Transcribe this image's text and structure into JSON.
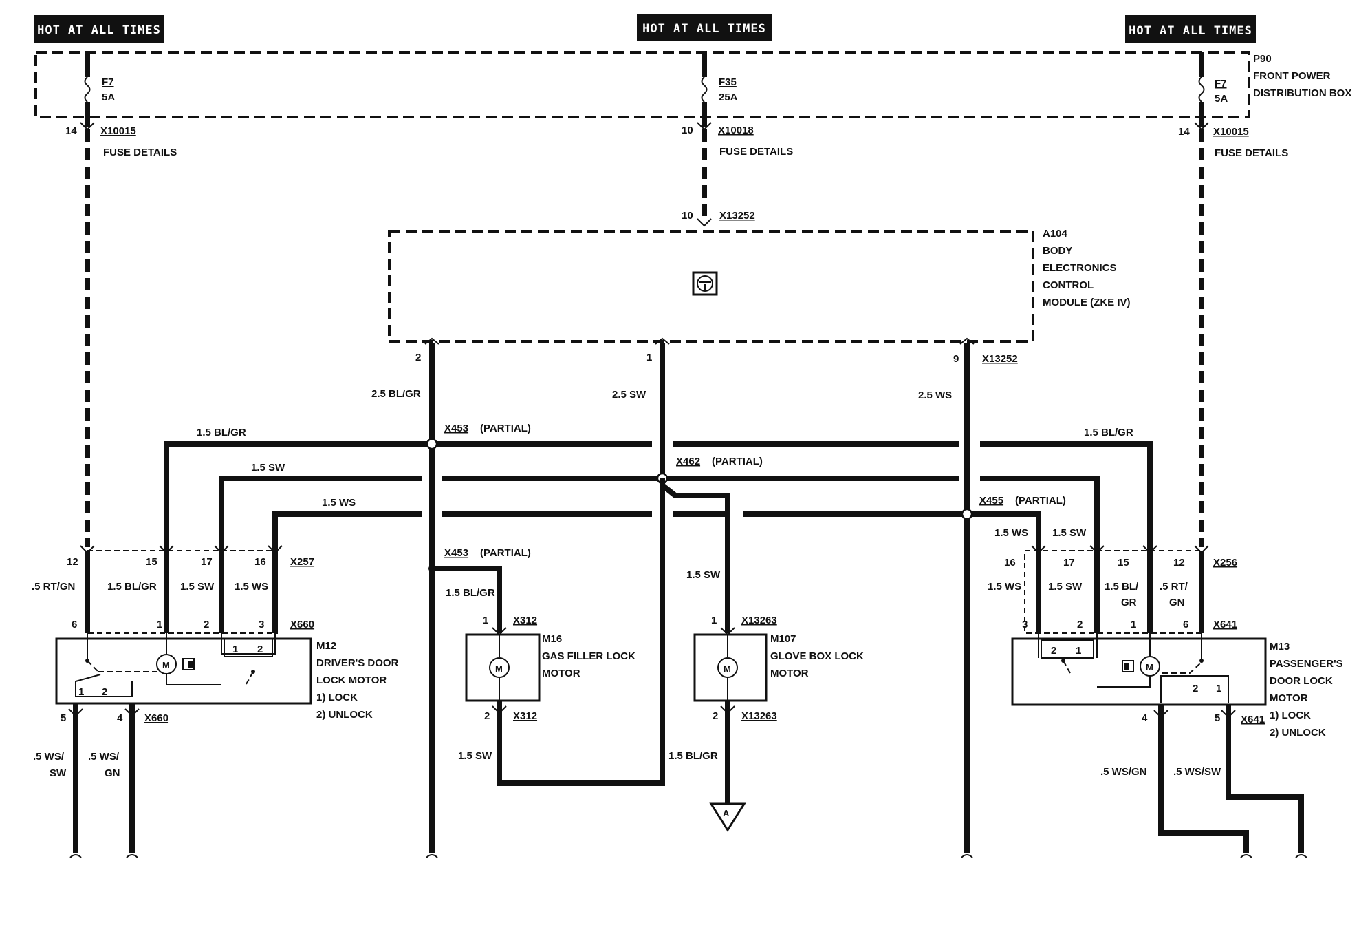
{
  "banners": {
    "left": "HOT AT ALL TIMES",
    "center": "HOT AT ALL TIMES",
    "right": "HOT AT ALL TIMES"
  },
  "power_box": {
    "id": "P90",
    "name_line1": "FRONT POWER",
    "name_line2": "DISTRIBUTION BOX"
  },
  "fuses": {
    "left": {
      "id": "F7",
      "rating": "5A",
      "pin": "14",
      "connector": "X10015",
      "note": "FUSE DETAILS"
    },
    "center": {
      "id": "F35",
      "rating": "25A",
      "pin": "10",
      "connector": "X10018",
      "note": "FUSE DETAILS"
    },
    "right": {
      "id": "F7",
      "rating": "5A",
      "pin": "14",
      "connector": "X10015",
      "note": "FUSE DETAILS"
    }
  },
  "module": {
    "in_pin": "10",
    "in_connector": "X13252",
    "id": "A104",
    "line1": "BODY",
    "line2": "ELECTRONICS",
    "line3": "CONTROL",
    "line4": "MODULE (ZKE IV)",
    "pin_left": "2",
    "pin_mid": "1",
    "pin_right": "9",
    "out_connector": "X13252",
    "wire_left": "2.5 BL/GR",
    "wire_mid": "2.5 SW",
    "wire_right": "2.5 WS"
  },
  "splices": {
    "x453": "X453",
    "x453_note": "(PARTIAL)",
    "x462": "X462",
    "x462_note": "(PARTIAL)",
    "x455": "X455",
    "x455_note": "(PARTIAL)",
    "x453b": "X453",
    "x453b_note": "(PARTIAL)"
  },
  "bus_labels": {
    "l_blgr": "1.5 BL/GR",
    "l_sw": "1.5 SW",
    "l_ws": "1.5 WS",
    "r_blgr": "1.5 BL/GR",
    "r_ws": "1.5 WS",
    "r_sw": "1.5 SW"
  },
  "driver": {
    "x257": "X257",
    "pins_top": [
      "12",
      "15",
      "17",
      "16"
    ],
    "wires": [
      ".5 RT/GN",
      "1.5 BL/GR",
      "1.5 SW",
      "1.5 WS"
    ],
    "x660": "X660",
    "pins_bottom": [
      "6",
      "1",
      "2",
      "3"
    ],
    "id": "M12",
    "line1": "DRIVER'S DOOR",
    "line2": "LOCK MOTOR",
    "opt1": "1)  LOCK",
    "opt2": "2)  UNLOCK",
    "sw_a": "1",
    "sw_b": "2",
    "sw_c": "1",
    "sw_d": "2",
    "out_pin_a": "5",
    "out_pin_b": "4",
    "out_connector": "X660",
    "out_wire_a1": ".5 WS/",
    "out_wire_a2": "SW",
    "out_wire_b1": ".5 WS/",
    "out_wire_b2": "GN"
  },
  "gas": {
    "wire_in": "1.5 BL/GR",
    "pin_in": "1",
    "conn_in": "X312",
    "id": "M16",
    "line1": "GAS FILLER LOCK",
    "line2": "MOTOR",
    "pin_out": "2",
    "conn_out": "X312",
    "wire_out": "1.5 SW"
  },
  "glove": {
    "wire_in": "1.5 SW",
    "pin_in": "1",
    "conn_in": "X13263",
    "id": "M107",
    "line1": "GLOVE BOX LOCK",
    "line2": "MOTOR",
    "pin_out": "2",
    "conn_out": "X13263",
    "wire_out": "1.5 BL/GR",
    "ground_ref": "A"
  },
  "passenger": {
    "x256": "X256",
    "pins_top": [
      "16",
      "17",
      "15",
      "12"
    ],
    "wires": [
      "1.5 WS",
      "1.5 SW",
      "1.5 BL/",
      "GR",
      ".5 RT/",
      "GN"
    ],
    "x641": "X641",
    "pins_bottom": [
      "3",
      "2",
      "1",
      "6"
    ],
    "id": "M13",
    "line1": "PASSENGER'S",
    "line2": "DOOR LOCK",
    "line3": "MOTOR",
    "opt1": "1)   LOCK",
    "opt2": "2)   UNLOCK",
    "sw_a": "2",
    "sw_b": "1",
    "sw_c": "2",
    "sw_d": "1",
    "out_pin_a": "4",
    "out_pin_b": "5",
    "out_connector": "X641",
    "out_wire_a": ".5 WS/GN",
    "out_wire_b": ".5 WS/SW"
  },
  "icons": {
    "motor": "M",
    "module": "control-module-icon"
  }
}
